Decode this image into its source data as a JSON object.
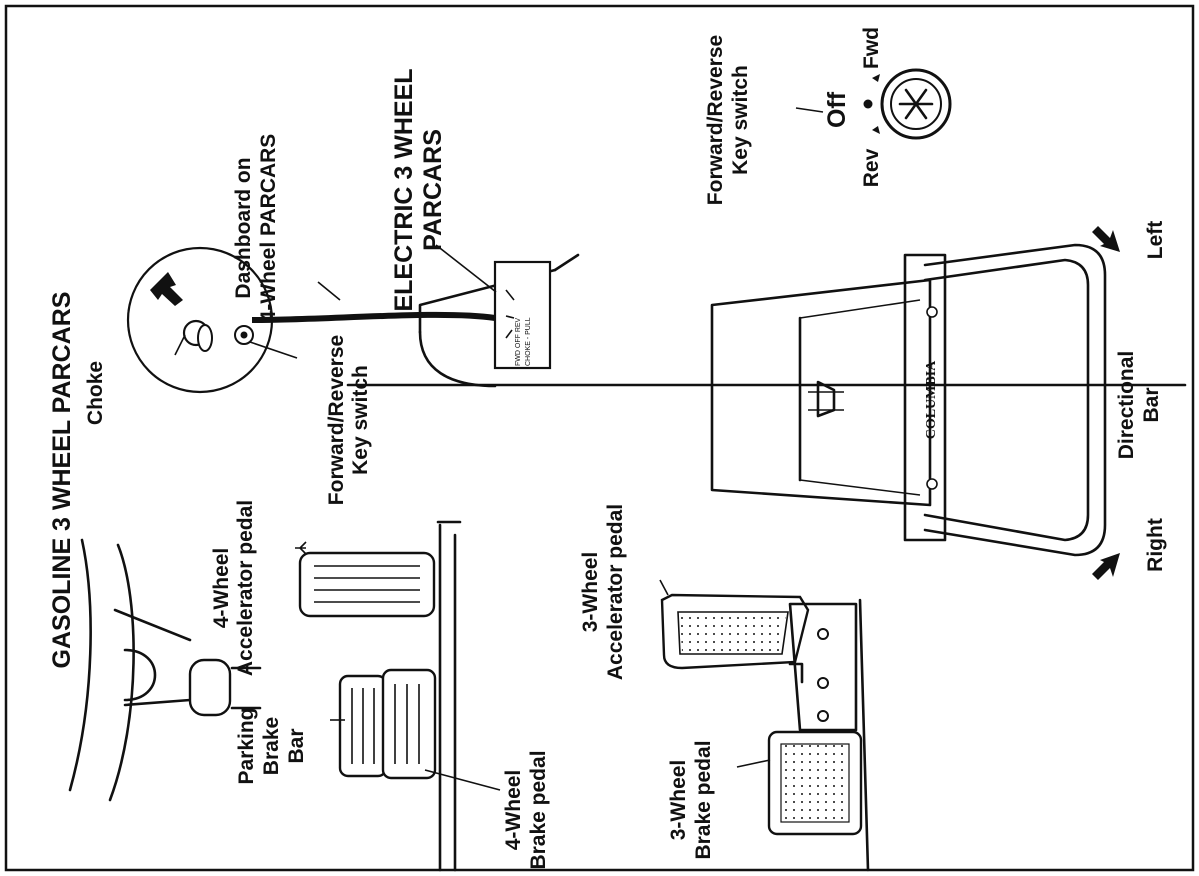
{
  "labels": {
    "gasoline_title": "GASOLINE 3 WHEEL PARCARS",
    "electric_title_1": "ELECTRIC 3 WHEEL",
    "electric_title_2": "PARCARS",
    "dashboard_1": "Dashboard on",
    "dashboard_2": "4-Wheel PARCARS",
    "choke": "Choke",
    "fr_key_1": "Forward/Reverse",
    "fr_key_2": "Key switch",
    "acc4_1": "4-Wheel",
    "acc4_2": "Accelerator pedal",
    "parking_1": "Parking",
    "parking_2": "Brake",
    "parking_3": "Bar",
    "brake4_1": "4-Wheel",
    "brake4_2": "Brake pedal",
    "acc3_1": "3-Wheel",
    "acc3_2": "Accelerator pedal",
    "brake3_1": "3-Wheel",
    "brake3_2": "Brake pedal",
    "right": "Right",
    "left": "Left",
    "directional_1": "Directional",
    "directional_2": "Bar",
    "fr_key_b_1": "Forward/Reverse",
    "fr_key_b_2": "Key switch",
    "off": "Off",
    "fwd": "Fwd",
    "rev": "Rev",
    "brand": "COLUMBIA",
    "panel_text_1": "FWD OFF REV",
    "panel_text_2": "CHOKE - PULL"
  }
}
